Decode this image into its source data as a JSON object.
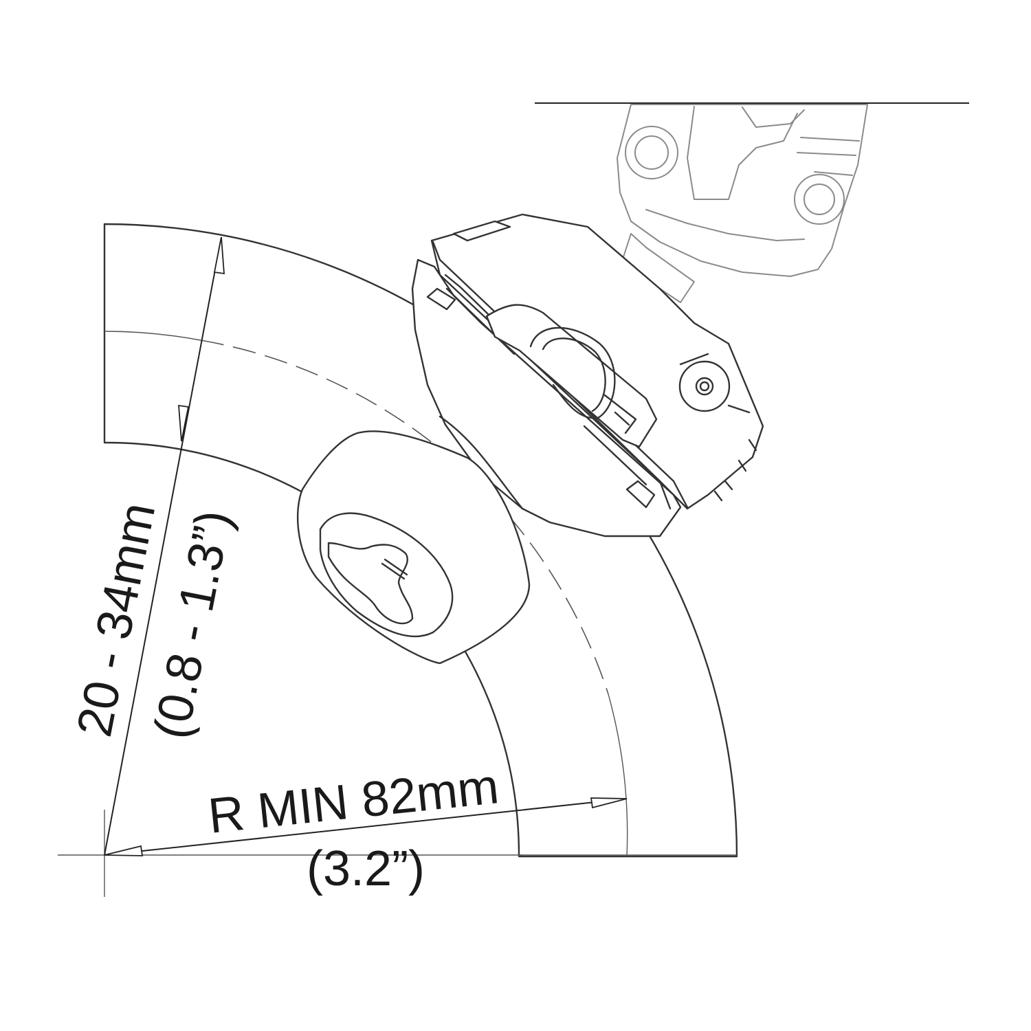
{
  "dimensions": {
    "tube_diameter": {
      "metric": "20 - 34mm",
      "imperial": "(0.8 - 1.3”)"
    },
    "min_radius": {
      "metric": "R MIN 82mm",
      "imperial": "(3.2”)"
    }
  }
}
